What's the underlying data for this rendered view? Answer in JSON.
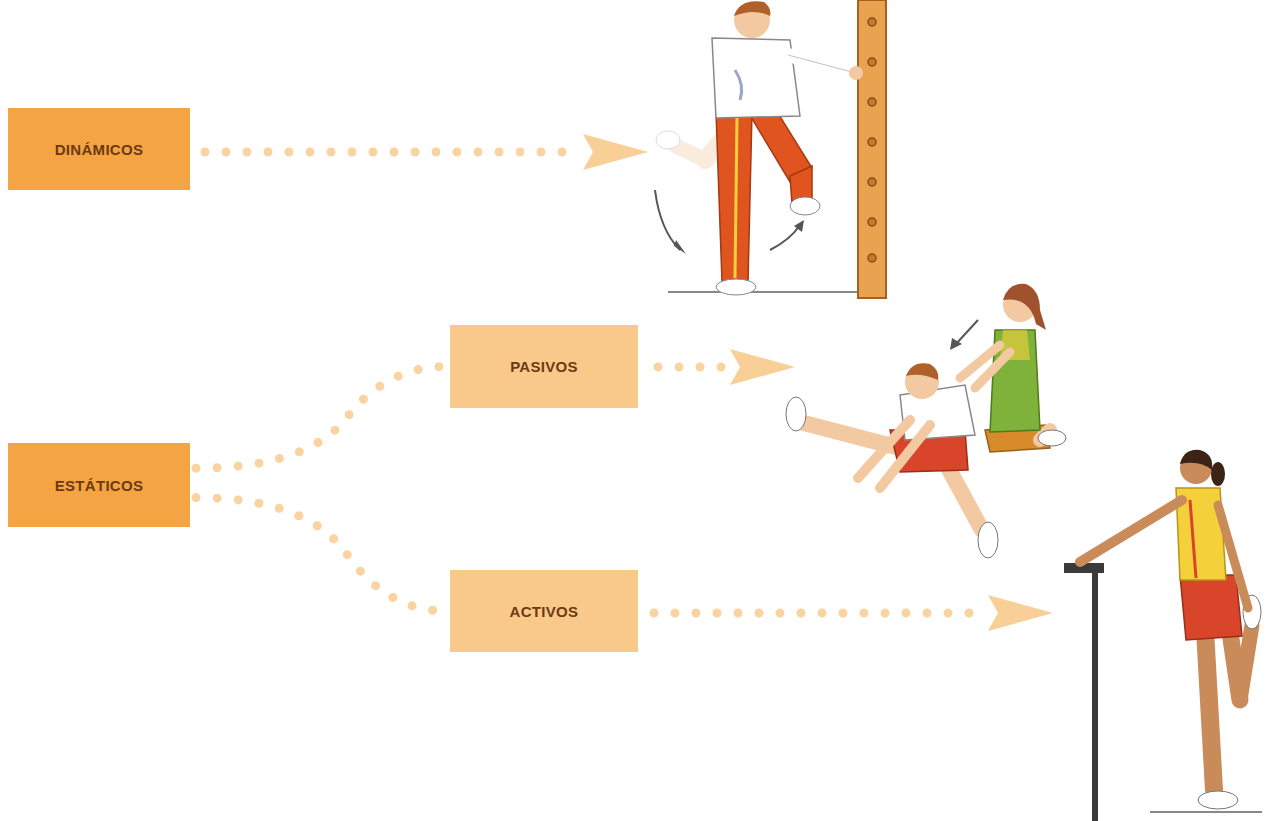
{
  "diagram": {
    "nodes": [
      {
        "text": [
          "DINÁMICOS"
        ]
      },
      {
        "text": [
          "ESTÁTICOS"
        ]
      },
      {
        "text": [
          "PASIVOS"
        ]
      },
      {
        "text": [
          "ACTIVOS"
        ]
      }
    ],
    "edges": [
      {
        "from": 1,
        "to": 2,
        "arrow": "none"
      },
      {
        "from": 1,
        "to": 3,
        "arrow": "none"
      }
    ]
  }
}
